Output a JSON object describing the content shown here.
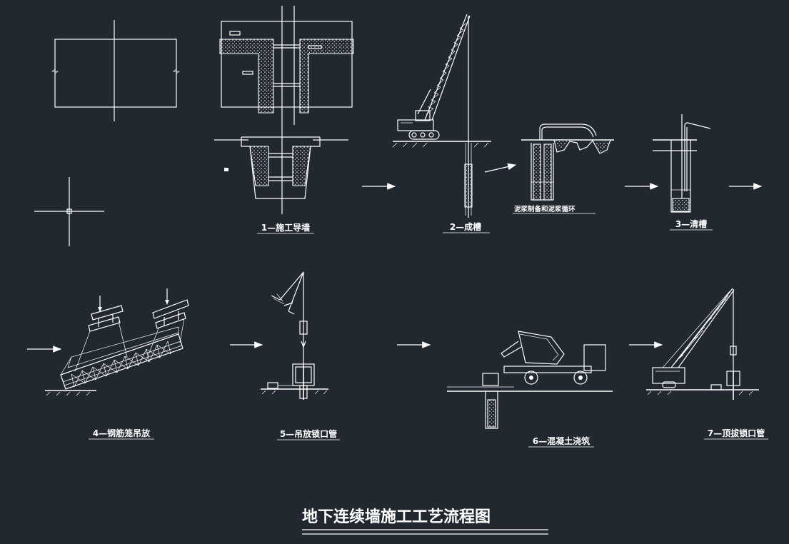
{
  "title": "地下连续墙施工工艺流程图",
  "steps": [
    {
      "label": "1—施工导墙"
    },
    {
      "label": "2—成槽"
    },
    {
      "label": "3—清槽"
    },
    {
      "label": "4—钢筋笼吊放"
    },
    {
      "label": "5—吊放锁口管"
    },
    {
      "label": "6—混凝土浇筑"
    },
    {
      "label": "7—顶拔锁口管"
    }
  ],
  "annotations": {
    "slurry": "泥浆制备和泥浆循环"
  }
}
